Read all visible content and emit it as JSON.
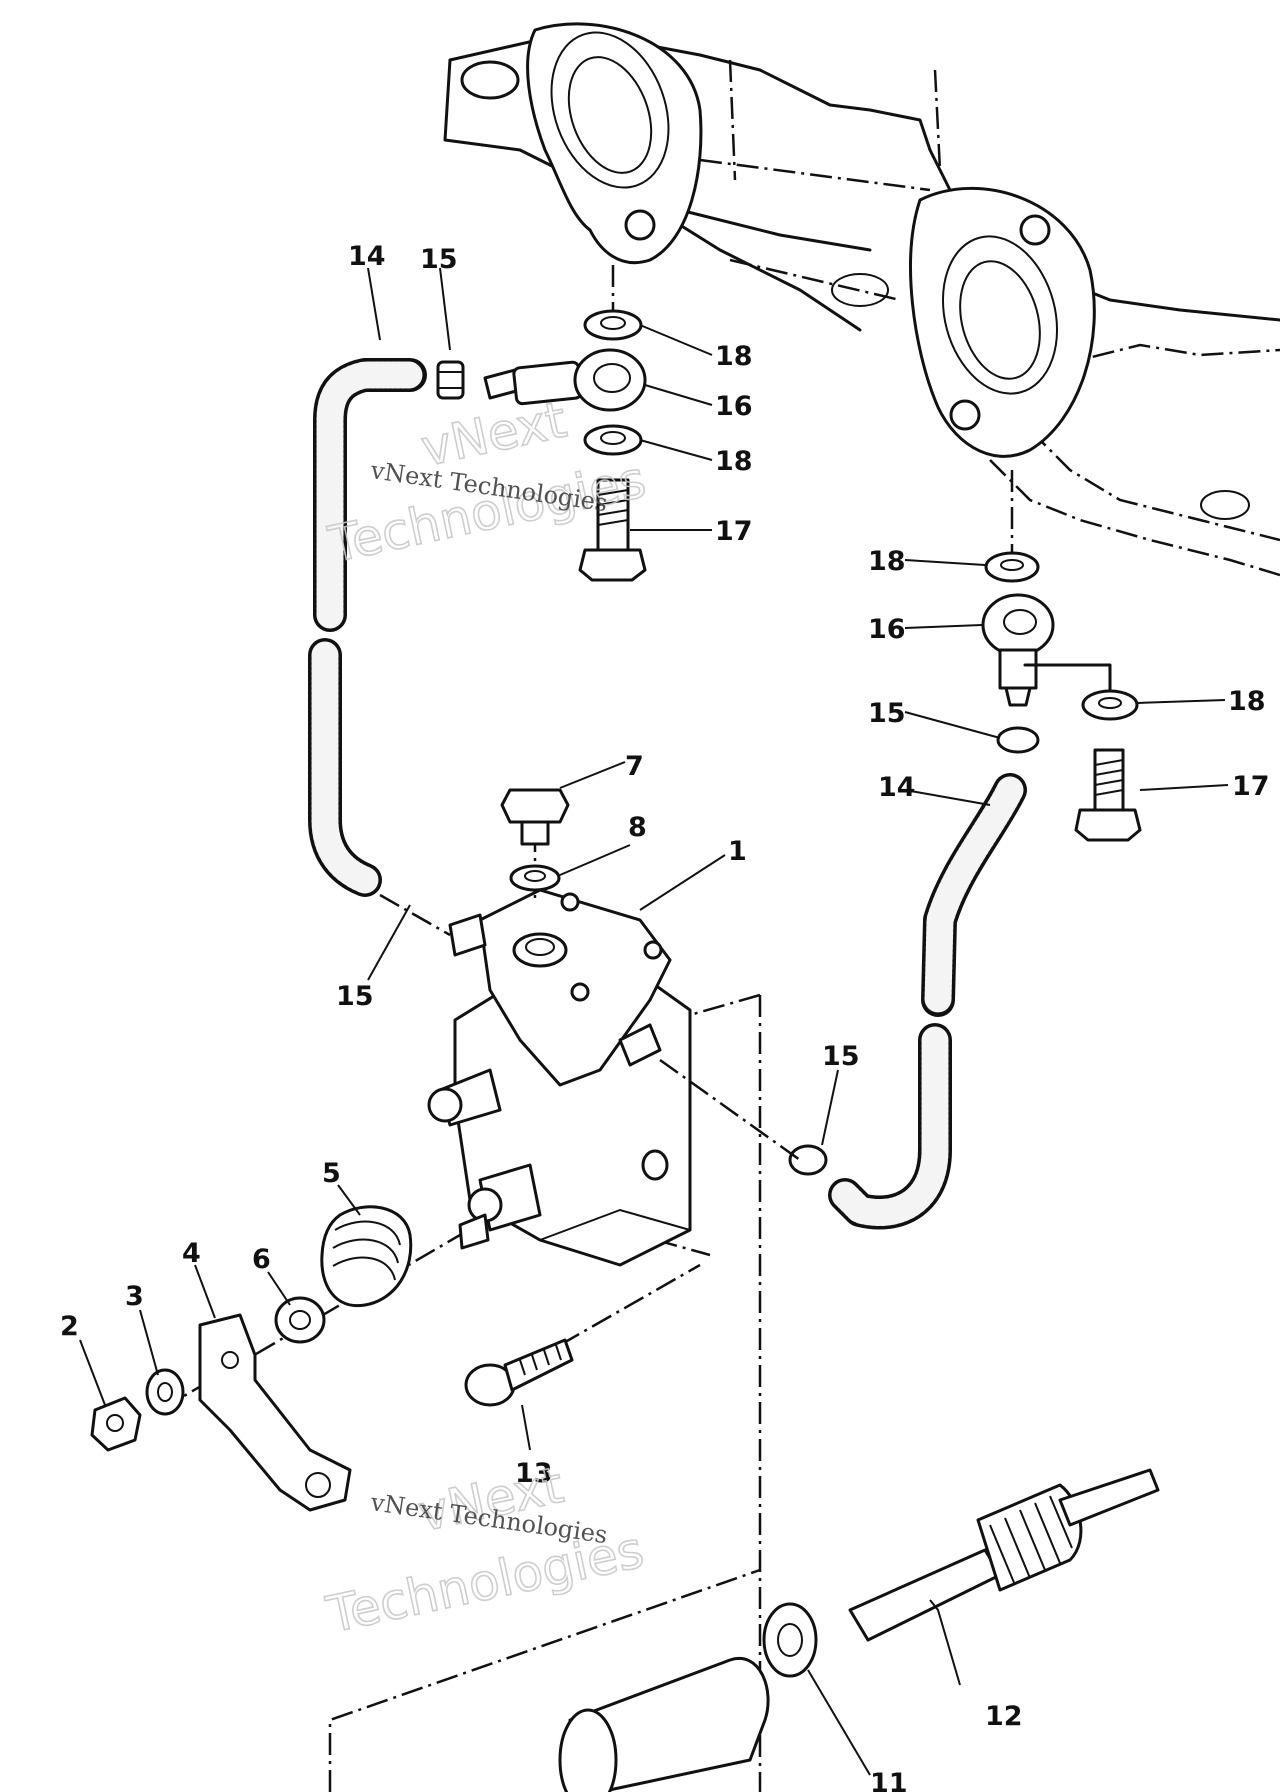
{
  "watermark": {
    "line_small": "vNext Technologies",
    "line_big_1": "vNext",
    "line_big_2": "Technologies"
  },
  "callouts": {
    "c14a": "14",
    "c15a": "15",
    "c18a": "18",
    "c16a": "16",
    "c18b": "18",
    "c17a": "17",
    "c18c": "18",
    "c16b": "16",
    "c18d": "18",
    "c15b": "15",
    "c14b": "14",
    "c17b": "17",
    "c7": "7",
    "c8": "8",
    "c1": "1",
    "c15c": "15",
    "c15d": "15",
    "c5": "5",
    "c6": "6",
    "c4": "4",
    "c3": "3",
    "c2": "2",
    "c13": "13",
    "c12": "12",
    "c11": "11"
  }
}
